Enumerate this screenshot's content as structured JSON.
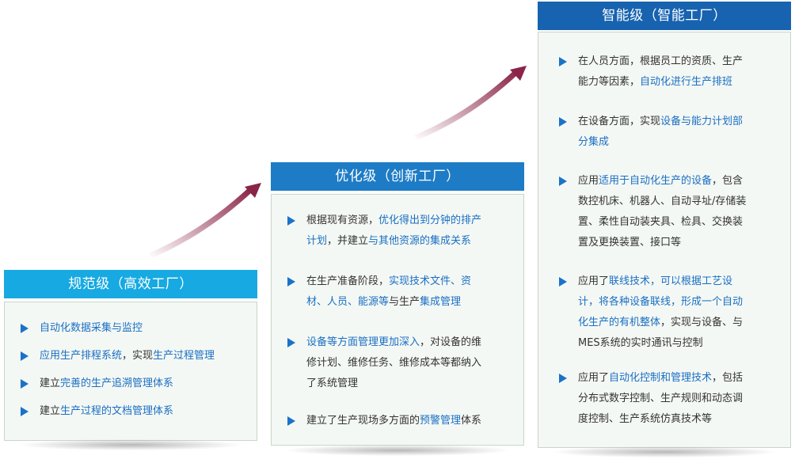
{
  "colors": {
    "level1_header": "#17a9e1",
    "level2_header": "#1e7cc6",
    "level3_header": "#1763b0",
    "bullet": "#1a73c9",
    "highlight": "#1a6fc4",
    "arrow": "#8a2448"
  },
  "levels": [
    {
      "title": "规范级（高效工厂）",
      "items": [
        {
          "segments": [
            {
              "text": "自动化数据采集与监控",
              "hl": true
            }
          ]
        },
        {
          "segments": [
            {
              "text": "应用生产排程系统",
              "hl": true
            },
            {
              "text": "，实现",
              "hl": false
            },
            {
              "text": "生产过程管理",
              "hl": true
            }
          ]
        },
        {
          "segments": [
            {
              "text": "建立",
              "hl": false
            },
            {
              "text": "完善的生产追溯管理体系",
              "hl": true
            }
          ]
        },
        {
          "segments": [
            {
              "text": "建立",
              "hl": false
            },
            {
              "text": "生产过程的文档管理体系",
              "hl": true
            }
          ]
        }
      ]
    },
    {
      "title": "优化级（创新工厂）",
      "items": [
        {
          "lines": [
            [
              {
                "text": "根据现有资源，",
                "hl": false
              },
              {
                "text": "优化得出到分钟的排产",
                "hl": true
              }
            ],
            [
              {
                "text": "计划",
                "hl": true
              },
              {
                "text": "，并建立",
                "hl": false
              },
              {
                "text": "与其他资源的集成关系",
                "hl": true
              }
            ]
          ]
        },
        {
          "lines": [
            [
              {
                "text": "在生产准备阶段，",
                "hl": false
              },
              {
                "text": "实现技术文件、资",
                "hl": true
              }
            ],
            [
              {
                "text": "材、人员、能源等",
                "hl": true
              },
              {
                "text": "与生产",
                "hl": false
              },
              {
                "text": "集成管理",
                "hl": true
              }
            ]
          ]
        },
        {
          "lines": [
            [
              {
                "text": "设备等方面管理更加深入",
                "hl": true
              },
              {
                "text": "，对设备的维",
                "hl": false
              }
            ],
            [
              {
                "text": "修计划、维修任务、维修成本等都纳入",
                "hl": false
              }
            ],
            [
              {
                "text": "了系统管理",
                "hl": false
              }
            ]
          ]
        },
        {
          "lines": [
            [
              {
                "text": "建立了生产现场多方面的",
                "hl": false
              },
              {
                "text": "预警管理",
                "hl": true
              },
              {
                "text": "体系",
                "hl": false
              }
            ]
          ]
        }
      ]
    },
    {
      "title": "智能级（智能工厂）",
      "items": [
        {
          "lines": [
            [
              {
                "text": "在人员方面，根据员工的资质、生产",
                "hl": false
              }
            ],
            [
              {
                "text": "能力等因素，",
                "hl": false
              },
              {
                "text": "自动化进行生产排班",
                "hl": true
              }
            ]
          ]
        },
        {
          "lines": [
            [
              {
                "text": "在设备方面，实现",
                "hl": false
              },
              {
                "text": "设备与能力计划部",
                "hl": true
              }
            ],
            [
              {
                "text": "分集成",
                "hl": true
              }
            ]
          ]
        },
        {
          "lines": [
            [
              {
                "text": "应用",
                "hl": false
              },
              {
                "text": "适用于自动化生产的设备",
                "hl": true
              },
              {
                "text": "，包含",
                "hl": false
              }
            ],
            [
              {
                "text": "数控机床、机器人、自动寻址/存储装",
                "hl": false
              }
            ],
            [
              {
                "text": "置、柔性自动装夹具、检具、交换装",
                "hl": false
              }
            ],
            [
              {
                "text": "置及更换装置、接口等",
                "hl": false
              }
            ]
          ]
        },
        {
          "lines": [
            [
              {
                "text": "应用了",
                "hl": false
              },
              {
                "text": "联线技术，可以根据工艺设",
                "hl": true
              }
            ],
            [
              {
                "text": "计，将各种设备联线，形成一个自动",
                "hl": true
              }
            ],
            [
              {
                "text": "化生产的有机整体",
                "hl": true
              },
              {
                "text": "，实现与设备、与",
                "hl": false
              }
            ],
            [
              {
                "text": "MES系统的实时通讯与控制",
                "hl": false
              }
            ]
          ]
        },
        {
          "lines": [
            [
              {
                "text": "应用了",
                "hl": false
              },
              {
                "text": "自动化控制和管理技术",
                "hl": true
              },
              {
                "text": "，包括",
                "hl": false
              }
            ],
            [
              {
                "text": "分布式数字控制、生产规则和动态调",
                "hl": false
              }
            ],
            [
              {
                "text": "度控制、生产系统仿真技术等",
                "hl": false
              }
            ]
          ]
        }
      ]
    }
  ]
}
